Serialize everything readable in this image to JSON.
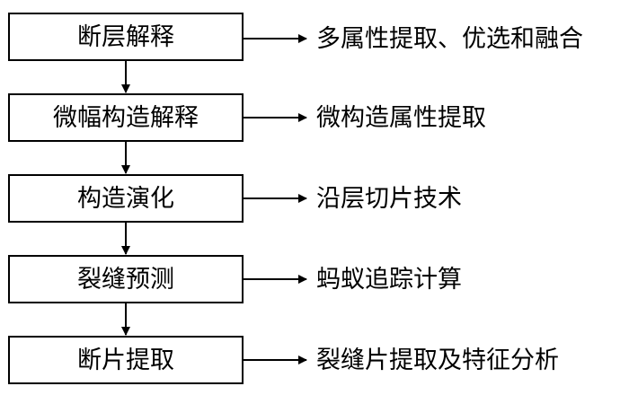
{
  "steps": [
    {
      "label": "断层解释",
      "note": "多属性提取、优选和融合"
    },
    {
      "label": "微幅构造解释",
      "note": "微构造属性提取"
    },
    {
      "label": "构造演化",
      "note": "沿层切片技术"
    },
    {
      "label": "裂缝预测",
      "note": "蚂蚁追踪计算"
    },
    {
      "label": "断片提取",
      "note": "裂缝片提取及特征分析"
    }
  ]
}
